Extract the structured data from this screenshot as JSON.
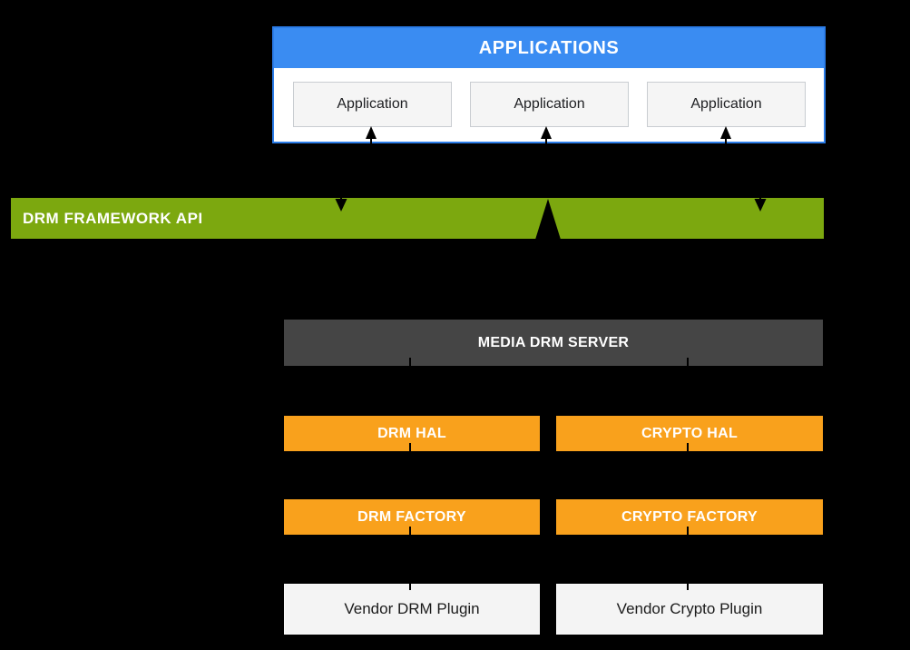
{
  "applications": {
    "header": "APPLICATIONS",
    "items": [
      {
        "label": "Application"
      },
      {
        "label": "Application"
      },
      {
        "label": "Application"
      }
    ]
  },
  "framework": {
    "label": "DRM FRAMEWORK API"
  },
  "media_server": {
    "label": "MEDIA DRM SERVER"
  },
  "hal": {
    "drm": "DRM HAL",
    "crypto": "CRYPTO HAL"
  },
  "factories": {
    "drm": "DRM FACTORY",
    "crypto": "CRYPTO FACTORY"
  },
  "plugins": {
    "drm": "Vendor DRM Plugin",
    "crypto": "Vendor Crypto Plugin"
  },
  "colors": {
    "background": "#000000",
    "applications_header_blue": "#3a8cf2",
    "applications_border_blue": "#2b7ce8",
    "framework_green": "#7ca80f",
    "server_gray": "#454545",
    "hal_orange": "#f9a11c",
    "light_box_fill": "#f5f5f5",
    "arrow_black": "#000000"
  }
}
